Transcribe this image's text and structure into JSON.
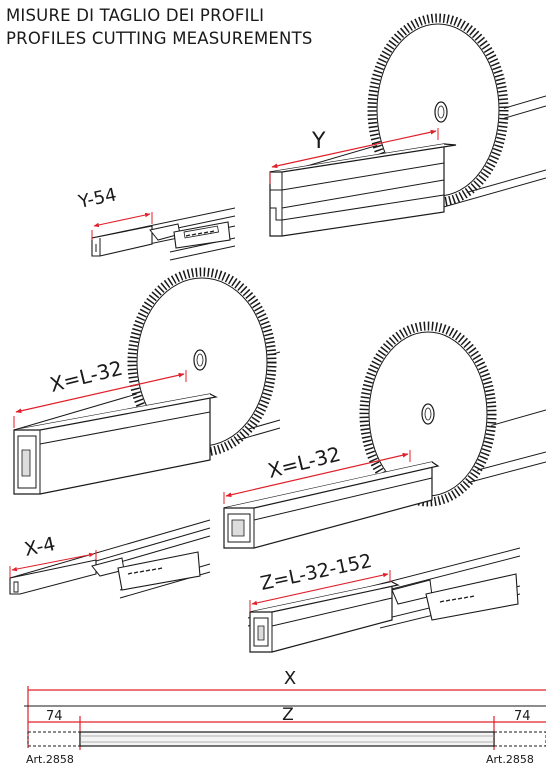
{
  "header": {
    "title_it": "MISURE DI TAGLIO DEI PROFILI",
    "title_en": "PROFILES CUTTING MEASUREMENTS"
  },
  "cuts": {
    "y": "Y",
    "y_minus_54": "Y-54",
    "x_l32_left": "X=L-32",
    "x_l32_right": "X=L-32",
    "x_minus_4": "X-4",
    "z": "Z=L-32-152"
  },
  "dimension_bar": {
    "x_label": "X",
    "z_label": "Z",
    "left_offset": "74",
    "right_offset": "74",
    "left_article": "Art.2858",
    "right_article": "Art.2858"
  },
  "colors": {
    "dimension_red": "#e0202a",
    "line_dark": "#1a1a1a",
    "shade_gray": "#cccccc"
  },
  "icons": [
    "saw-blade-icon",
    "profile-icon",
    "cutter-icon"
  ]
}
